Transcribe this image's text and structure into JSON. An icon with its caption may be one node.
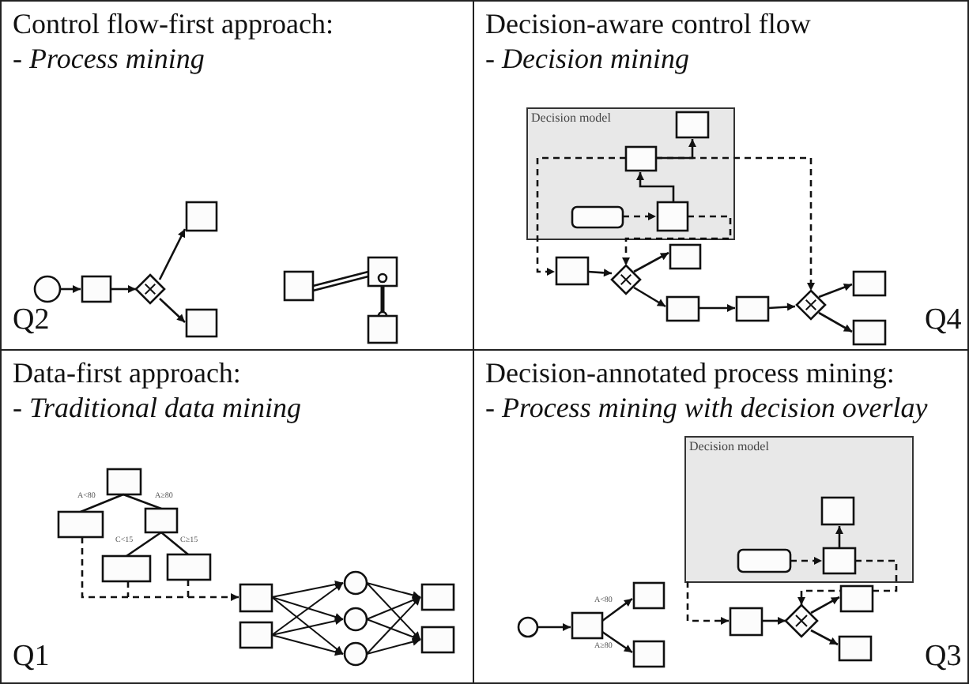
{
  "diagram": {
    "nodes": [
      {
        "text": [
          "Control flow-first approach:",
          "- *Process mining*"
        ]
      },
      {
        "text": [
          "Decision-aware control flow",
          "- *Decision mining*"
        ]
      },
      {
        "text": [
          "Decision model"
        ],
        "in": 1
      },
      {
        "text": [
          "Data-first approach:",
          "- *Traditional data mining*"
        ]
      },
      {
        "text": [
          "Decision-annotated process mining:",
          "- *Process mining with decision overlay*"
        ]
      },
      {
        "text": [
          "Decision model"
        ],
        "in": 4
      }
    ],
    "labels": [
      "Q2",
      "Q4",
      "A<80",
      "A≥80",
      "C<15",
      "C≥15",
      "Q1",
      "A<80",
      "A≥80",
      "Q3"
    ]
  }
}
